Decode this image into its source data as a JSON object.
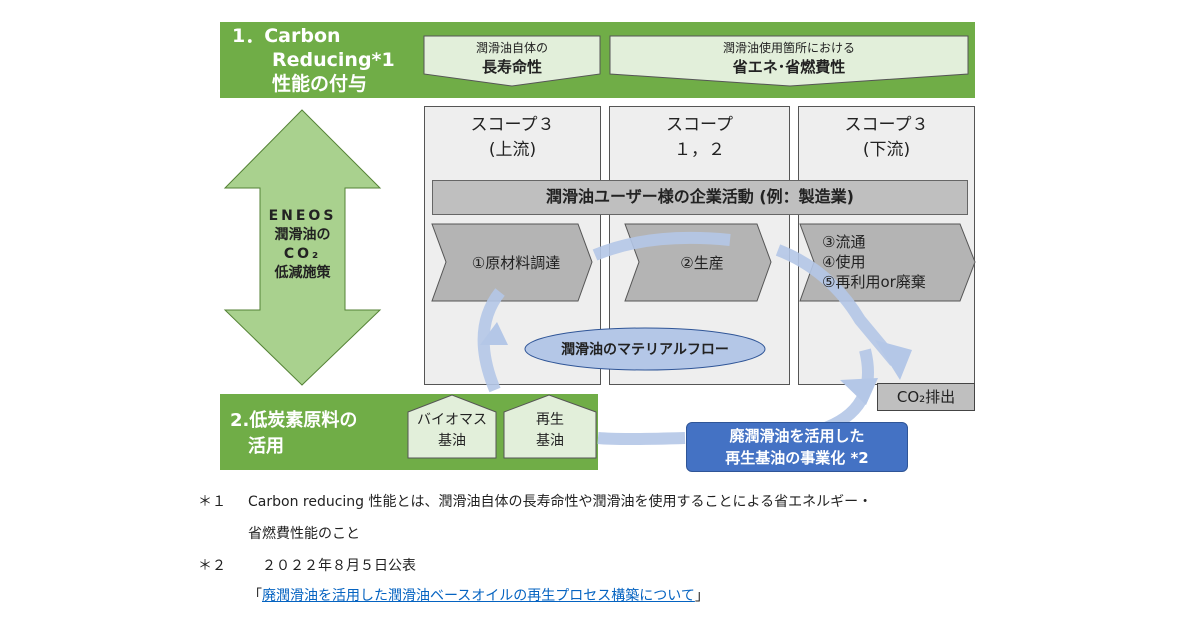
{
  "section1": {
    "line1": "1．Carbon",
    "line2": "Reducing*1",
    "line3": "性能の付与"
  },
  "header_arrows": [
    {
      "sub": "潤滑油自体の",
      "main": "長寿命性"
    },
    {
      "sub": "潤滑油使用箇所における",
      "main": "省エネ･省燃費性"
    }
  ],
  "scopes": [
    {
      "line1": "スコープ３",
      "line2": "(上流)"
    },
    {
      "line1": "スコープ",
      "line2": "１，２"
    },
    {
      "line1": "スコープ３",
      "line2": "(下流)"
    }
  ],
  "banner": "潤滑油ユーザー様の企業活動 (例：製造業)",
  "steps": {
    "s1": "①原材料調達",
    "s2": "②生産",
    "s3a": "③流通",
    "s3b": "④使用",
    "s3c": "⑤再利用or廃棄"
  },
  "flow_label": "潤滑油のマテリアルフロー",
  "side": {
    "l1": "ENEOS",
    "l2": "潤滑油の",
    "l3": "CO₂",
    "l4": "低減施策"
  },
  "section2": {
    "line1": "2.低炭素原料の",
    "line2": "活用"
  },
  "houses": [
    {
      "l1": "バイオマス",
      "l2": "基油"
    },
    {
      "l1": "再生",
      "l2": "基油"
    }
  ],
  "recycle": {
    "l1": "廃潤滑油を活用した",
    "l2": "再生基油の事業化 *2"
  },
  "co2": "CO₂排出",
  "footnotes": {
    "n1_mark": "＊１",
    "n1_text": "Carbon reducing 性能とは、潤滑油自体の長寿命性や潤滑油を使用することによる省エネルギー・",
    "n1_cont": "省燃費性能のこと",
    "n2_mark": "＊２",
    "n2_text": "２０２２年８月５日公表",
    "n2_open": "「",
    "n2_link": "廃潤滑油を活用した潤滑油ベースオイルの再生プロセス構築について",
    "n2_close": "」"
  },
  "colors": {
    "green": "#70ad47",
    "lightgreen": "#a9d18e",
    "blue": "#4472c4",
    "flow": "#b4c7e7"
  }
}
